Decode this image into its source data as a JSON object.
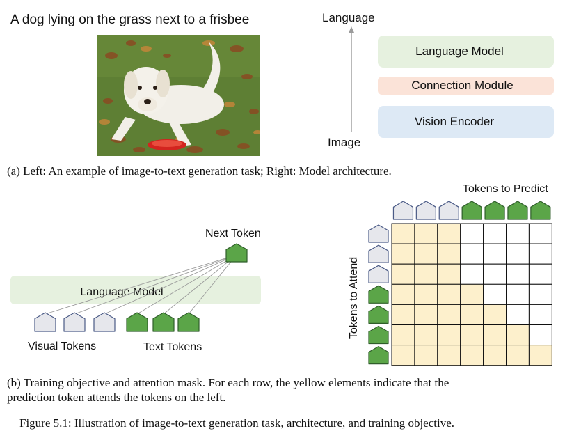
{
  "panel_a": {
    "image_caption": "A dog lying on the grass next to a frisbee",
    "axis_top_label": "Language",
    "axis_bottom_label": "Image",
    "blocks": [
      {
        "label": "Language Model",
        "fill": "#e6f1df"
      },
      {
        "label": "Connection Module",
        "fill": "#fbe3d8"
      },
      {
        "label": "Vision Encoder",
        "fill": "#dde9f5"
      }
    ],
    "caption": "(a) Left: An example of image-to-text generation task; Right: Model architecture."
  },
  "panel_b": {
    "lm_label": "Language Model",
    "lm_fill": "#e6f1df",
    "next_token_label": "Next Token",
    "visual_tokens_label": "Visual Tokens",
    "text_tokens_label": "Text Tokens",
    "mask": {
      "col_label": "Tokens to Predict",
      "row_label": "Tokens to Attend",
      "token_types": [
        "visual",
        "visual",
        "visual",
        "text",
        "text",
        "text",
        "text"
      ],
      "attended_counts": [
        3,
        3,
        3,
        4,
        5,
        6,
        7
      ],
      "attend_color": "#fdf0cc"
    },
    "caption_line1": "(b) Training objective and attention mask.  For each row, the yellow elements indicate that the",
    "caption_line2": "prediction token attends the tokens on the left."
  },
  "colors": {
    "visual_token_fill": "#e6e7ec",
    "visual_token_stroke": "#4a5a86",
    "text_token_fill": "#5ba548",
    "text_token_stroke": "#2f5e2a",
    "attention_line": "#9a9a9a"
  },
  "figure_caption": "Figure 5.1: Illustration of image-to-text generation task, architecture, and training objective."
}
